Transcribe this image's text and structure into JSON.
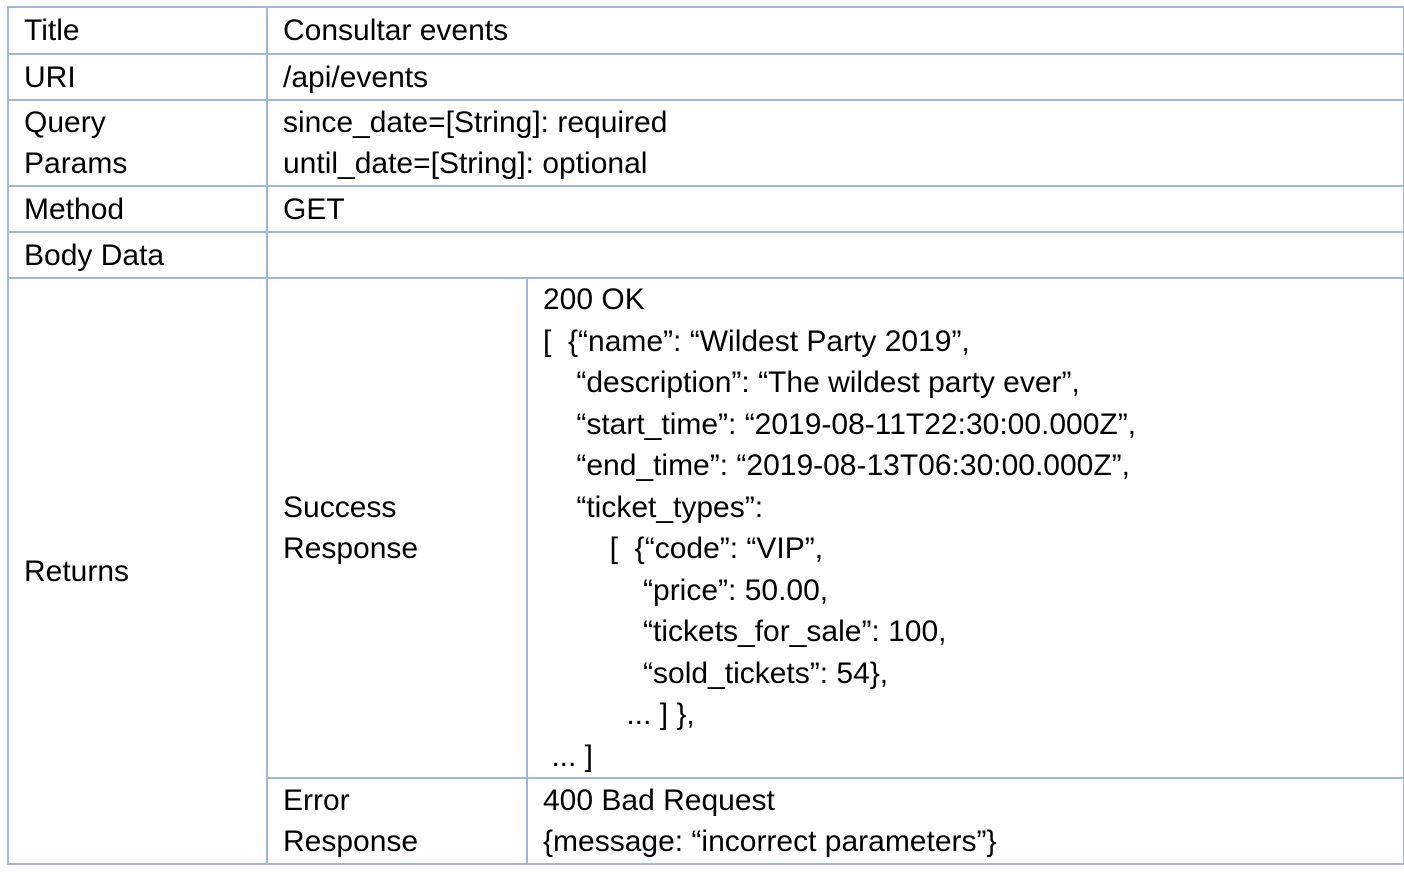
{
  "rows": {
    "title": {
      "label": "Title",
      "value": "Consultar events"
    },
    "uri": {
      "label": "URI",
      "value": "/api/events"
    },
    "query_params": {
      "label_lines": [
        "Query",
        "Params"
      ],
      "value_lines": [
        "since_date=[String]: required",
        "until_date=[String]: optional"
      ]
    },
    "method": {
      "label": "Method",
      "value": "GET"
    },
    "body_data": {
      "label": "Body Data",
      "value": ""
    },
    "returns": {
      "label": "Returns",
      "success": {
        "label_lines": [
          "Success",
          "Response"
        ],
        "body_lines": [
          "200 OK",
          "[  {“name”: “Wildest Party 2019”,",
          "    “description”: “The wildest party ever”,",
          "    “start_time”: “2019-08-11T22:30:00.000Z”,",
          "    “end_time”: “2019-08-13T06:30:00.000Z”,",
          "    “ticket_types”:",
          "        [  {“code”: “VIP”,",
          "            “price”: 50.00,",
          "            “tickets_for_sale”: 100,",
          "            “sold_tickets”: 54},",
          "          ... ] },",
          " ... ]"
        ]
      },
      "error": {
        "label_lines": [
          "Error",
          "Response"
        ],
        "body_lines": [
          "400 Bad Request",
          "{message: “incorrect parameters”}"
        ]
      }
    }
  }
}
